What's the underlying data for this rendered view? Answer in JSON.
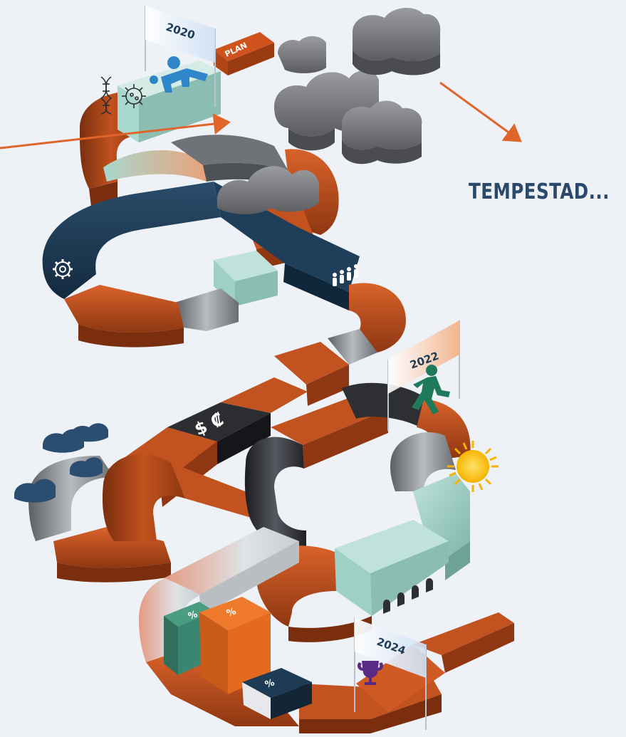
{
  "callout": {
    "label": "TEMPESTAD..."
  },
  "milestones": {
    "start": {
      "year": "2020",
      "tag": "PLAN"
    },
    "middle": {
      "year": "2022"
    },
    "finish": {
      "year": "2024"
    }
  },
  "markers": {
    "currency": "$ ₡",
    "percent_1": "%",
    "percent_2": "%",
    "percent_3": "%"
  },
  "colors": {
    "orange": "#c2521f",
    "orange_dark": "#8e3712",
    "navy": "#1d3b54",
    "gray": "#8f9398",
    "charcoal": "#2d2f33",
    "mint": "#9fd0c6",
    "arrow": "#e0652b",
    "text": "#2b4a6b"
  }
}
